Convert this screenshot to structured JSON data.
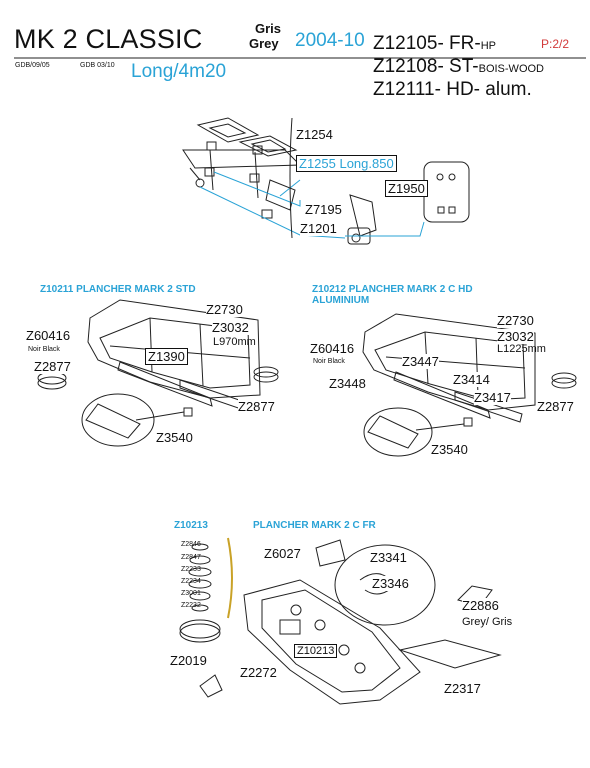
{
  "header": {
    "model": "MK 2  CLASSIC",
    "gris": "Gris",
    "grey": "Grey",
    "years": "2004-10",
    "length": "Long/4m20",
    "code1": "GDB/09/05",
    "code2": "GDB 03/10",
    "ref1_main": "Z12105- FR-",
    "ref1_sub": "HP",
    "ref2_main": "Z12108- ST-",
    "ref2_sub": "BOIS-WOOD",
    "ref3_main": "Z12111- HD- alum.",
    "page": "P:2/2"
  },
  "top": {
    "z1254": "Z1254",
    "z1255": "Z1255 Long.850",
    "z1950": "Z1950",
    "z7195": "Z7195",
    "z1201": "Z1201"
  },
  "std": {
    "title": "Z10211   PLANCHER MARK 2  STD",
    "z2730": "Z2730",
    "z60416": "Z60416",
    "noir": "Noir Black",
    "z3032": "Z3032",
    "len": "L970mm",
    "z1390": "Z1390",
    "z2877a": "Z2877",
    "z2877b": "Z2877",
    "z3540": "Z3540"
  },
  "hd": {
    "title1": "Z10212   PLANCHER MARK 2 C HD",
    "title2": "ALUMINIUM",
    "z2730": "Z2730",
    "z60416": "Z60416",
    "noir": "Noir Black",
    "z3032": "Z3032",
    "len": "L1225mm",
    "z3447": "Z3447",
    "z3448": "Z3448",
    "z3414": "Z3414",
    "z3417": "Z3417",
    "z2877": "Z2877",
    "z3540": "Z3540"
  },
  "fr": {
    "code": "Z10213",
    "title": "PLANCHER MARK 2 C FR",
    "stack": [
      "Z2846",
      "Z2847",
      "Z2233",
      "Z2234",
      "Z3001",
      "Z2232"
    ],
    "z6027": "Z6027",
    "z3341": "Z3341",
    "z3346": "Z3346",
    "z2886": "Z2886",
    "greygris": "Grey/ Gris",
    "z10213": "Z10213",
    "z2019": "Z2019",
    "z2272": "Z2272",
    "z2317": "Z2317"
  }
}
